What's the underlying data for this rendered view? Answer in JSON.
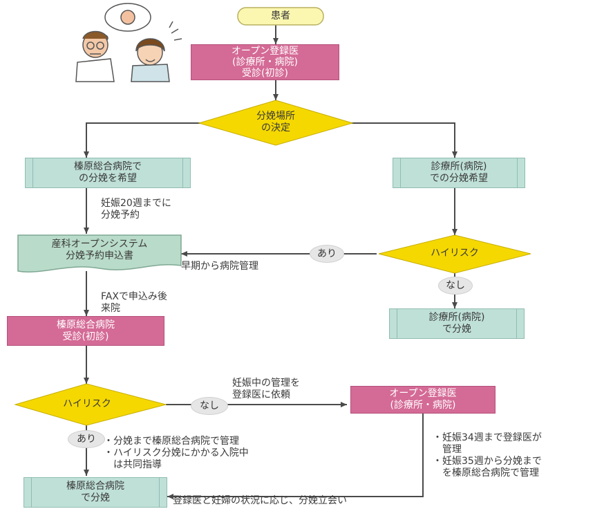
{
  "start": "患者",
  "open_clinic_1": [
    "オープン登録医",
    "(診療所・病院)",
    "受診(初診)"
  ],
  "decision_place": [
    "分娩場所",
    "の決定"
  ],
  "hospital_wish": [
    "榛原総合病院で",
    "の分娩を希望"
  ],
  "clinic_wish": [
    "診療所(病院)",
    "での分娩希望"
  ],
  "note_reserve": [
    "妊娠20週までに",
    "分娩予約"
  ],
  "application_form": [
    "産科オープンシステム",
    "分娩予約申込書"
  ],
  "high_risk_1": "ハイリスク",
  "label_yes_1": "あり",
  "note_early": "早期から病院管理",
  "label_no_1": "なし",
  "clinic_delivery": [
    "診療所(病院)",
    "で分娩"
  ],
  "note_fax": [
    "FAXで申込み後",
    "来院"
  ],
  "hospital_visit": [
    "榛原総合病院",
    "受診(初診)"
  ],
  "high_risk_2": "ハイリスク",
  "label_no_2": "なし",
  "note_delegate": [
    "妊娠中の管理を",
    "登録医に依頼"
  ],
  "open_clinic_2": [
    "オープン登録医",
    "(診療所・病院)"
  ],
  "label_yes_2": "あり",
  "note_hospital_manage": [
    "・分娩まで榛原総合病院で管理",
    "・ハイリスク分娩にかかる入院中",
    "　は共同指導"
  ],
  "note_week_manage": [
    "・妊娠34週まで登録医が",
    "　管理",
    "・妊娠35週から分娩まで",
    "　を榛原総合病院で管理"
  ],
  "hospital_delivery": [
    "榛原総合病院",
    "で分娩"
  ],
  "note_attend": "登録医と妊婦の状況に応じ、分娩立会い",
  "colors": {
    "pink": "#d46a96",
    "green": "#bfe0d7",
    "yellow": "#f5d800",
    "start_fill": "#fbf7b0",
    "line": "#4a4a4a"
  }
}
